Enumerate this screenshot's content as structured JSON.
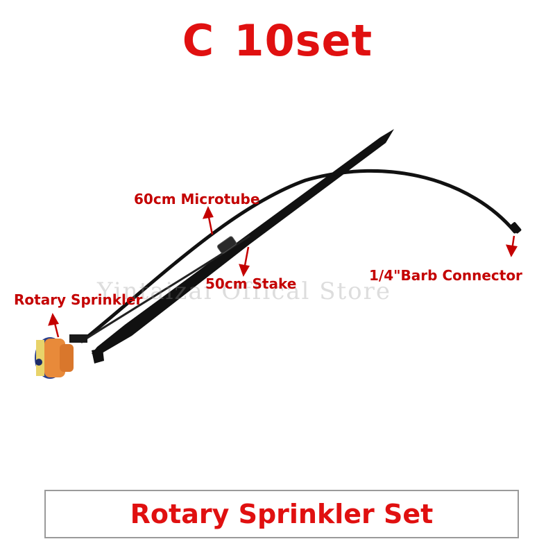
{
  "header": {
    "title_letter": "C",
    "title_quantity": "10set"
  },
  "labels": {
    "microtube": "60cm Microtube",
    "stake": "50cm Stake",
    "connector": "1/4\"Barb Connector",
    "sprinkler": "Rotary Sprinkler"
  },
  "watermark": "Yintaizai Offical Store",
  "footer": {
    "caption": "Rotary Sprinkler Set"
  },
  "colors": {
    "title": "#e01010",
    "label": "#c40000",
    "arrow": "#c40000",
    "tube": "#111111",
    "sprinkler_orange": "#e88a3a",
    "sprinkler_blue": "#2a3f8c",
    "sprinkler_yellow": "#e8d36a"
  }
}
